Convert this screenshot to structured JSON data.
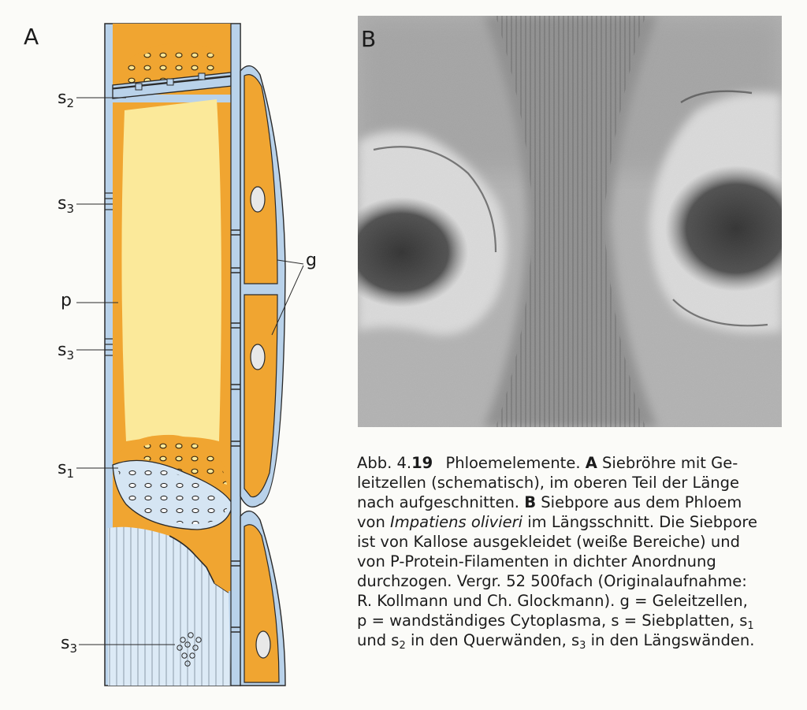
{
  "panels": {
    "a": "A",
    "b": "B"
  },
  "labels": {
    "s": "s",
    "s1_sub": "1",
    "s2_sub": "2",
    "s3_sub": "3",
    "p": "p",
    "g": "g"
  },
  "caption": {
    "prefix": "Abb. 4.",
    "number": "19",
    "title": "Phloemelemente.",
    "a_letter": "A",
    "a_text_1": "Siebröhre mit Ge-",
    "line2": "leitzellen (schematisch), im oberen Teil der Länge",
    "line3_a": "nach aufgeschnitten.",
    "b_letter": "B",
    "line3_b": "Siebpore aus dem Phloem",
    "line4_a": "von",
    "species": "Impatiens olivieri",
    "line4_b": "im Längsschnitt. Die Siebpore",
    "line5": "ist von Kallose ausgekleidet (weiße Bereiche) und",
    "line6": "von P-Protein-Filamenten in dichter Anordnung",
    "line7": "durchzogen. Vergr. 52 500fach (Originalaufnahme:",
    "line8": "R. Kollmann und Ch. Glockmann). g = Geleitzellen,",
    "line9": "p = wandständiges Cytoplasma, s = Siebplatten, s",
    "line9_sub": "1",
    "line10_a": "und s",
    "line10_sub2": "2",
    "line10_b": "in den Querwänden, s",
    "line10_sub3": "3",
    "line10_c": "in den Längswänden."
  },
  "colors": {
    "orange": "#f0a531",
    "cytoplasm": "#fbe99a",
    "wall": "#b9d2ea",
    "outline": "#2a2a2a"
  }
}
